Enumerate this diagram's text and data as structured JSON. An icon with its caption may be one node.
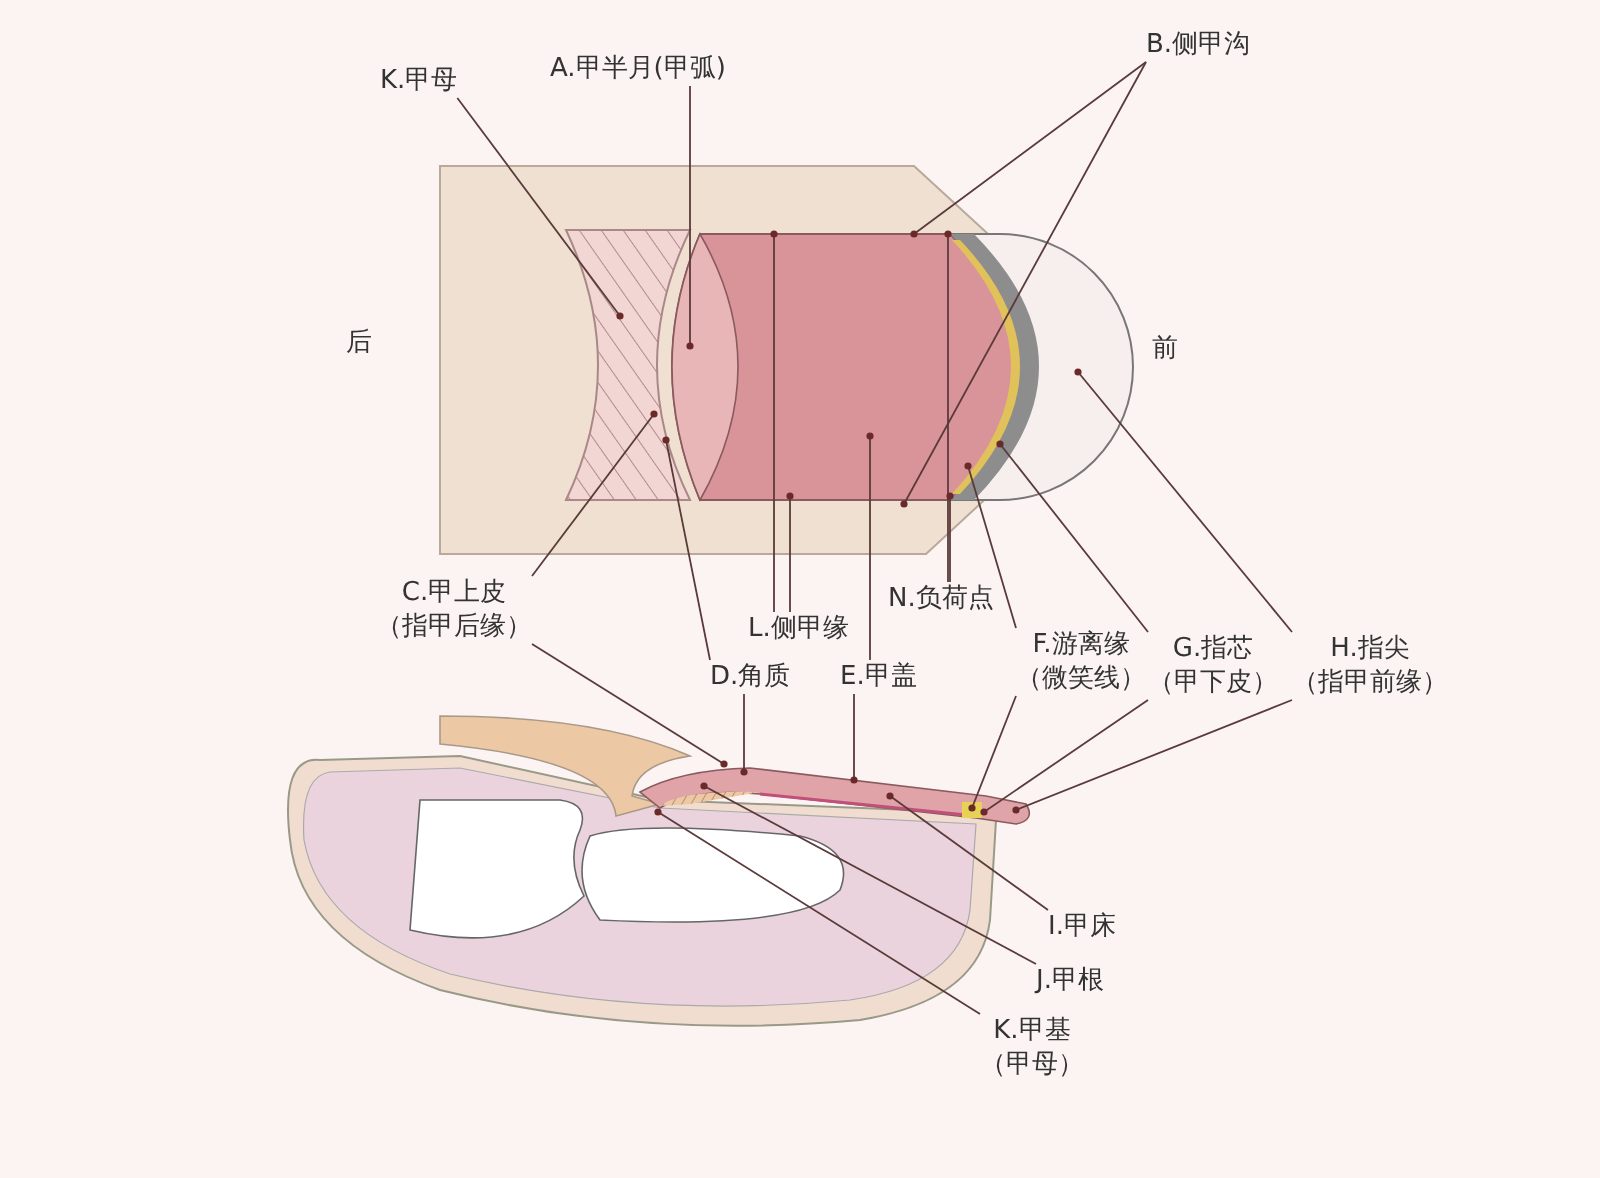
{
  "diagram": {
    "nodes": [
      {
        "text": [
          "K.甲母"
        ]
      },
      {
        "text": [
          "A.甲半月(甲弧)"
        ]
      },
      {
        "text": [
          "B.侧甲沟"
        ]
      },
      {
        "text": [
          "C.甲上皮",
          "（指甲后缘）"
        ]
      },
      {
        "text": [
          "L.侧甲缘"
        ]
      },
      {
        "text": [
          "N.负荷点"
        ]
      },
      {
        "text": [
          "D.角质"
        ]
      },
      {
        "text": [
          "E.甲盖"
        ]
      },
      {
        "text": [
          "F.游离缘",
          "（微笑线）"
        ]
      },
      {
        "text": [
          "G.指芯",
          "（甲下皮）"
        ]
      },
      {
        "text": [
          "H.指尖",
          "（指甲前缘）"
        ]
      },
      {
        "text": [
          "I.甲床"
        ]
      },
      {
        "text": [
          "J.甲根"
        ]
      },
      {
        "text": [
          "K.甲基",
          "（甲母）"
        ]
      }
    ],
    "edges": [
      {
        "from": 0,
        "to": null,
        "arrow": "other"
      },
      {
        "from": 1,
        "to": null,
        "arrow": "other"
      },
      {
        "from": 2,
        "to": null,
        "arrow": "other"
      },
      {
        "from": 2,
        "to": null,
        "arrow": "other"
      },
      {
        "from": 3,
        "to": null,
        "arrow": "other"
      },
      {
        "from": 3,
        "to": null,
        "arrow": "other"
      },
      {
        "from": 4,
        "to": null,
        "arrow": "other"
      },
      {
        "from": 4,
        "to": null,
        "arrow": "other"
      },
      {
        "from": 5,
        "to": null,
        "arrow": "other"
      },
      {
        "from": 5,
        "to": null,
        "arrow": "other"
      },
      {
        "from": 6,
        "to": null,
        "arrow": "other"
      },
      {
        "from": 6,
        "to": null,
        "arrow": "other"
      },
      {
        "from": 7,
        "to": null,
        "arrow": "other"
      },
      {
        "from": 7,
        "to": null,
        "arrow": "other"
      },
      {
        "from": 8,
        "to": null,
        "arrow": "other"
      },
      {
        "from": 8,
        "to": null,
        "arrow": "other"
      },
      {
        "from": 9,
        "to": null,
        "arrow": "other"
      },
      {
        "from": 9,
        "to": null,
        "arrow": "other"
      },
      {
        "from": 10,
        "to": null,
        "arrow": "other"
      },
      {
        "from": 10,
        "to": null,
        "arrow": "other"
      },
      {
        "from": 11,
        "to": null,
        "arrow": "other"
      },
      {
        "from": 12,
        "to": null,
        "arrow": "other"
      },
      {
        "from": 13,
        "to": null,
        "arrow": "other"
      }
    ],
    "labels": [
      "后",
      "前"
    ]
  }
}
